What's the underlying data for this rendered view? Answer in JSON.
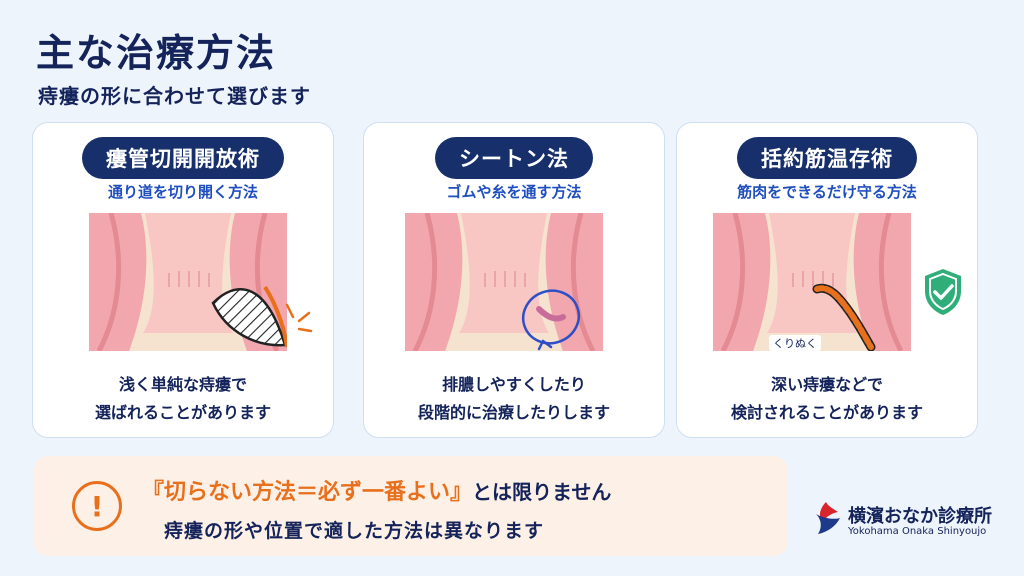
{
  "header": {
    "title": "主な治療方法",
    "subtitle": "痔瘻の形に合わせて選びます"
  },
  "cards": [
    {
      "name": "瘻管切開開放術",
      "tagline": "通り道を切り開く方法",
      "desc_line1": "浅く単純な痔瘻で",
      "desc_line2": "選ばれることがあります"
    },
    {
      "name": "シートン法",
      "tagline": "ゴムや糸を通す方法",
      "desc_line1": "排膿しやすくしたり",
      "desc_line2": "段階的に治療したりします"
    },
    {
      "name": "括約筋温存術",
      "tagline": "筋肉をできるだけ守る方法",
      "label": "くりぬく",
      "desc_line1": "深い痔瘻などで",
      "desc_line2": "検討されることがあります"
    }
  ],
  "note": {
    "icon": "exclamation-icon",
    "main_accent": "『切らない方法＝必ず一番よい』",
    "main_plain": "とは限りません",
    "sub": "痔瘻の形や位置で適した方法は異なります"
  },
  "logo": {
    "name": "横濱おなか診療所",
    "en": "Yokohama Onaka Shinyoujo"
  },
  "colors": {
    "navy": "#14235a",
    "pill": "#17306b",
    "blue_text": "#1f4fbf",
    "orange": "#e8701d",
    "green": "#2fae7a",
    "tissue": "#f4a9b0",
    "background": "#eef4fb"
  }
}
